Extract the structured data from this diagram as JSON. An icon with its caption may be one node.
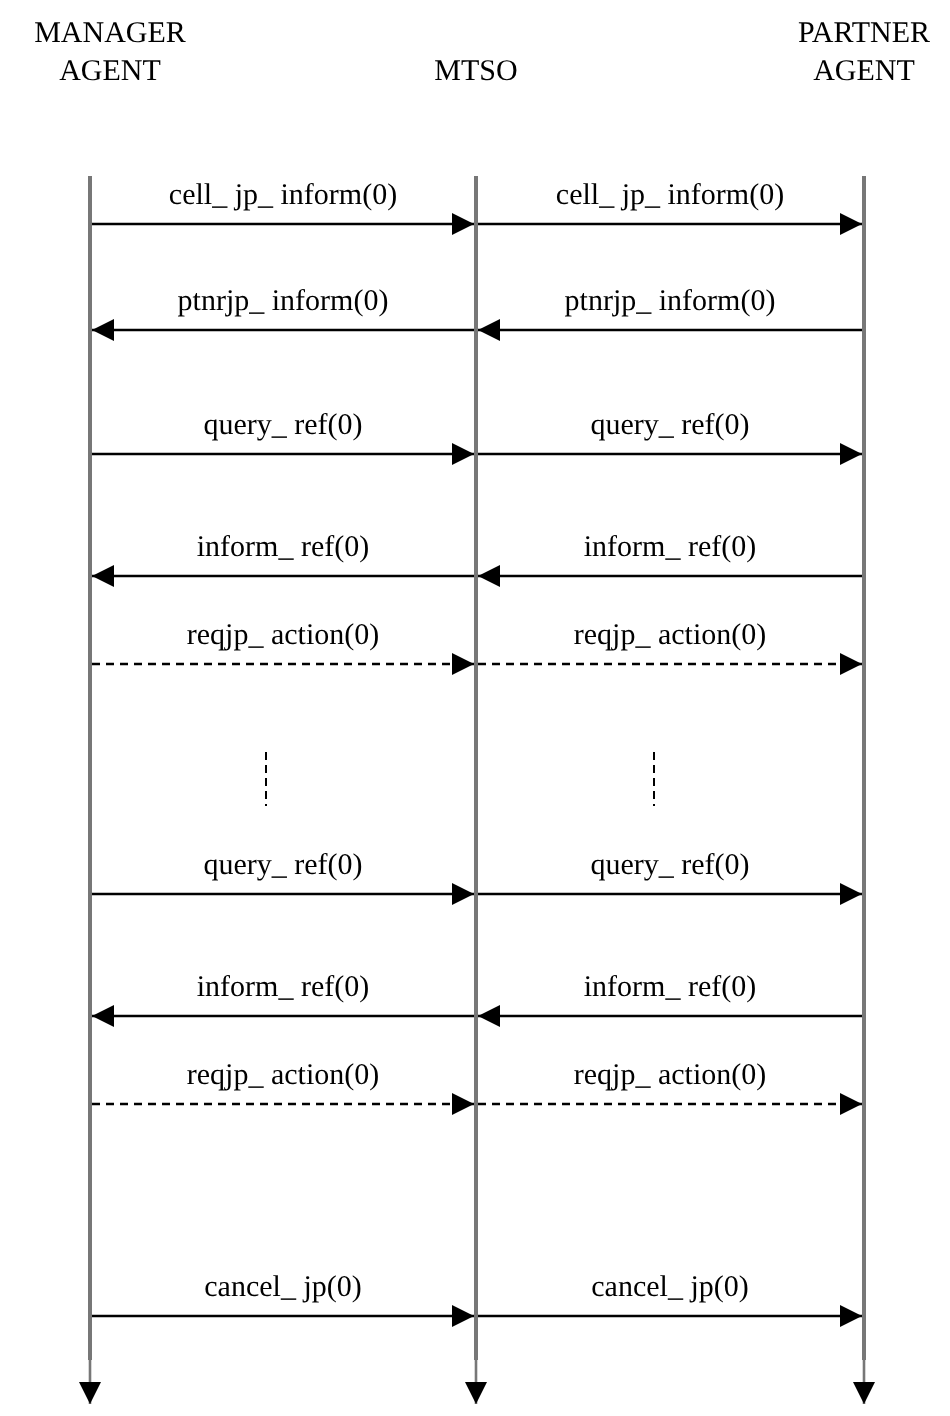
{
  "diagram": {
    "nodes": [
      {
        "text": [],
        "shape": "bar",
        "beside": [
          "MANAGER AGENT"
        ]
      },
      {
        "text": [],
        "shape": "bar",
        "beside": [
          "MTSO"
        ]
      },
      {
        "text": [],
        "shape": "bar",
        "beside": [
          "PARTNER AGENT"
        ]
      }
    ],
    "edges": [
      {
        "from": 0,
        "to": 1,
        "arrow": "to",
        "label": "cell_ jp_ inform(0)"
      },
      {
        "from": 1,
        "to": 2,
        "arrow": "to",
        "label": "cell_ jp_ inform(0)"
      },
      {
        "from": 1,
        "to": 0,
        "arrow": "to",
        "label": "ptnrjp_ inform(0)"
      },
      {
        "from": 2,
        "to": 1,
        "arrow": "to",
        "label": "ptnrjp_ inform(0)"
      },
      {
        "from": 0,
        "to": 1,
        "arrow": "to",
        "label": "query_ ref(0)"
      },
      {
        "from": 1,
        "to": 2,
        "arrow": "to",
        "label": "query_ ref(0)"
      },
      {
        "from": 1,
        "to": 0,
        "arrow": "to",
        "label": "inform_ ref(0)"
      },
      {
        "from": 2,
        "to": 1,
        "arrow": "to",
        "label": "inform_ ref(0)"
      },
      {
        "from": 0,
        "to": 1,
        "arrow": "to",
        "label": "reqjp_ action(0)",
        "style": "dashed"
      },
      {
        "from": 1,
        "to": 2,
        "arrow": "to",
        "label": "reqjp_ action(0)",
        "style": "dashed"
      },
      {
        "from": 0,
        "to": 1,
        "arrow": "to",
        "label": "query_ ref(0)"
      },
      {
        "from": 1,
        "to": 2,
        "arrow": "to",
        "label": "query_ ref(0)"
      },
      {
        "from": 1,
        "to": 0,
        "arrow": "to",
        "label": "inform_ ref(0)"
      },
      {
        "from": 2,
        "to": 1,
        "arrow": "to",
        "label": "inform_ ref(0)"
      },
      {
        "from": 0,
        "to": 1,
        "arrow": "to",
        "label": "reqjp_ action(0)",
        "style": "dashed"
      },
      {
        "from": 1,
        "to": 2,
        "arrow": "to",
        "label": "reqjp_ action(0)",
        "style": "dashed"
      },
      {
        "from": 0,
        "to": 1,
        "arrow": "to",
        "label": "cancel_ jp(0)"
      },
      {
        "from": 1,
        "to": 2,
        "arrow": "to",
        "label": "cancel_ jp(0)"
      },
      {
        "from": 0,
        "to": null,
        "arrow": "to",
        "color": "#777777"
      },
      {
        "from": 1,
        "to": null,
        "arrow": "to",
        "color": "#777777"
      },
      {
        "from": 2,
        "to": null,
        "arrow": "to",
        "color": "#777777"
      }
    ]
  }
}
